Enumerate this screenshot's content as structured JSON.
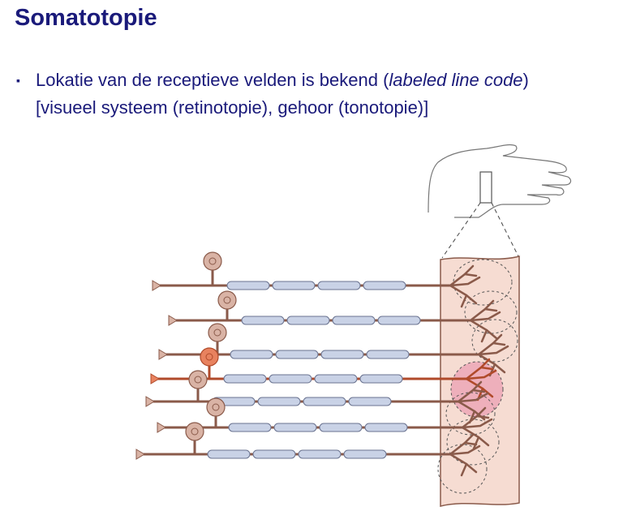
{
  "slide": {
    "title": "Somatotopie",
    "bullet": {
      "prefix": "Lokatie van de receptieve velden is bekend (",
      "italic": "labeled line code",
      "suffix": ")",
      "line2": "[visueel systeem (retinotopie), gehoor (tonotopie)]"
    }
  },
  "diagram": {
    "colors": {
      "neuron": "#d9b3a5",
      "neuron_outline": "#8a5a4a",
      "highlight": "#e8825f",
      "myelin": "#c9d2e6",
      "myelin_outline": "#6a7390",
      "skin": "#f6dcd2",
      "field_highlight": "#e88aa8"
    }
  }
}
